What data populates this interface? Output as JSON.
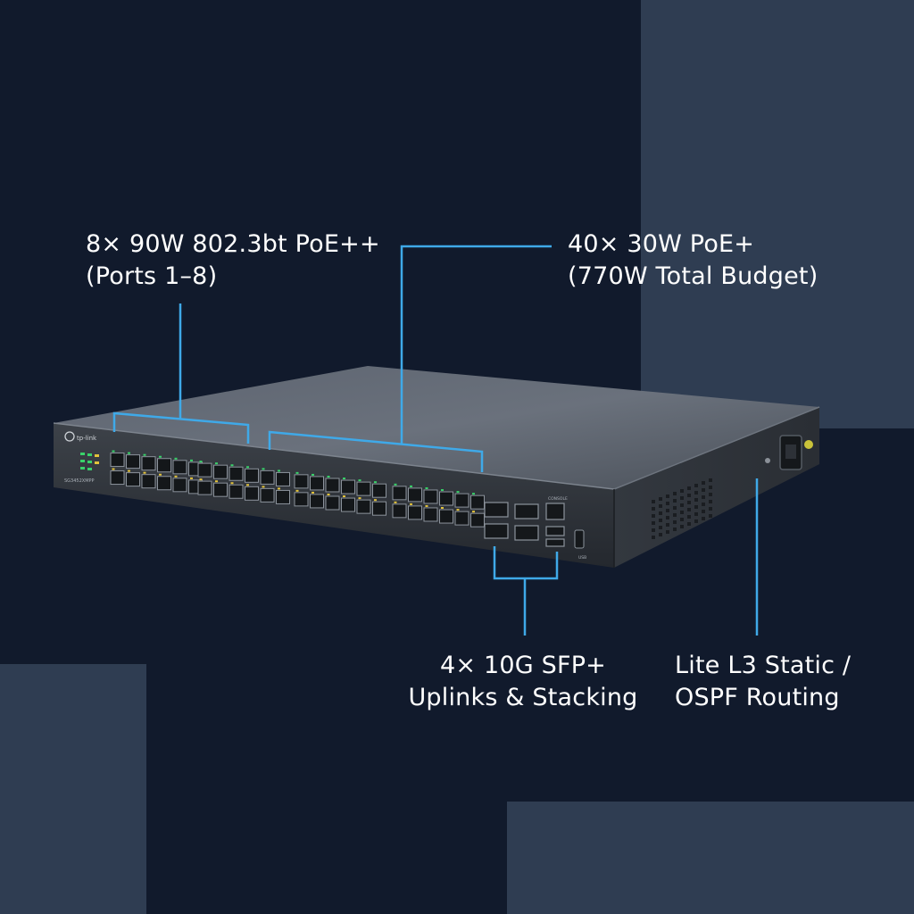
{
  "callouts": {
    "poe_plus_plus": {
      "line1": "8× 90W 802.3bt PoE++",
      "line2": "(Ports 1–8)"
    },
    "poe_plus": {
      "line1": "40× 30W PoE+",
      "line2": "(770W Total Budget)"
    },
    "sfp_uplinks": {
      "line1": "4× 10G SFP+",
      "line2": "Uplinks & Stacking"
    },
    "routing": {
      "line1": "Lite L3 Static /",
      "line2": "OSPF Routing"
    }
  },
  "device": {
    "brand": "tp-link",
    "model_label": "SG3452XMPP",
    "console_label": "CONSOLE",
    "usb_label": "USB"
  },
  "colors": {
    "background": "#111a2c",
    "panel": "#2f3d52",
    "leader_line": "#3fa9e8",
    "text": "#ffffff"
  }
}
